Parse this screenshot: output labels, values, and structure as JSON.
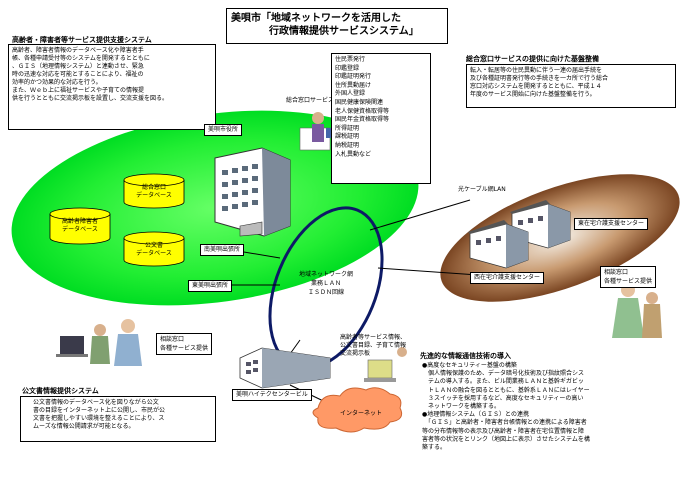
{
  "title": {
    "line1": "美唄市「地域ネットワークを活用した",
    "line2": "行政情報提供サービスシステム」"
  },
  "left_top": {
    "heading": "高齢者・障害者等サービス提供支援システム",
    "lines": [
      "高齢者、障害者情報のデータベース化や障害者手",
      "帳、各種申請受付等のシステムを開発するとともに",
      "、ＧＩＳ（地理情報システム）と連動させ、緊急",
      "時の迅速な対応を可能とすることにより、福祉の",
      "効率的かつ効果的な対応を行う。",
      "また、Ｗｅｂ上に福祉サービスや子育ての情報提",
      "供を行うとともに交流掲示板を設置し、交流支援を図る。"
    ]
  },
  "services": {
    "label": "総合窓口サービス",
    "items": [
      "住民票発行",
      "印鑑登録",
      "印鑑証明発行",
      "住所異動届け",
      "外国人登録",
      "国民健康保険関連",
      "老人保健資格取得等",
      "国民年金資格取得等",
      "所得証明",
      "課税証明",
      "納税証明",
      "入札異動など"
    ]
  },
  "right_top": {
    "heading": "総合窓口サービスの提供に向けた基盤整備",
    "lines": [
      "転入・転居等の住民異動に伴う一連の届出手続を",
      "及び各種証明書発行等の手続きを一カ所で行う総合",
      "窓口対応システムを開発するとともに、平成１４",
      "年度のサービス開始に向けた基盤整備を行う。"
    ]
  },
  "city_hall": "美唄市役所",
  "db_general": {
    "l1": "総合窓口",
    "l2": "データベース"
  },
  "db_elderly": {
    "l1": "高齢者障害者",
    "l2": "データベース"
  },
  "db_public": {
    "l1": "公文書",
    "l2": "データベース"
  },
  "office_minami": "南美唄出張所",
  "office_higashi": "東美唄出張所",
  "lan_label": "光ケーブル網LAN",
  "network": {
    "l1": "地域ネットワーク網",
    "l2": "業務ＬＡＮ",
    "l3": "ＩＳＤＮ回線"
  },
  "center_east": "東在宅介護支援センター",
  "center_west": "西在宅介護支援センター",
  "consult_right": {
    "l1": "相談窓口",
    "l2": "各種サービス提供"
  },
  "consult_left": {
    "l1": "相談窓口",
    "l2": "各種サービス提供"
  },
  "info_service": {
    "l1": "高齢者等サービス情報、",
    "l2": "公文書目録、子育て情報",
    "l3": "交流掲示板"
  },
  "hitech": "美唄ハイテクセンタービル",
  "internet": "インターネット",
  "advanced": {
    "heading": "先進的な情報通信技術の導入",
    "lines": [
      "●高度なセキュリティー基盤の構築",
      "　個人情報保護のため、データ暗号化技術及び指紋照合シス",
      "　テムの導入する。また、ビル間業務ＬＡＮと基幹ギガビッ",
      "　トＬＡＮの融合を図るとともに、基幹系ＬＡＮにはレイヤー",
      "　３スイッチを採用するなど、高度なセキュリティーの高い",
      "　ネットワークを構築する。",
      "●地理情報システム（ＧＩＳ）との連携",
      "　「ＧＩＳ」と高齢者・障害者台帳情報との連携による障害者",
      "等の分布情報等の表示及び高齢者・障害者在宅位置情報と障",
      "害者等の状況をとリンク（地図上に表示）させたシステムを構",
      "築する。"
    ]
  },
  "archive": {
    "heading": "公文書情報提供システム",
    "lines": [
      "公文書情報のデータベース化を図りながら公文",
      "書の目録をインターネット上に公開し、市民が公",
      "文書を把握しやすい環境を整えることにより、ス",
      "ムーズな情報公開請求が可能となる。"
    ]
  },
  "colors": {
    "green": "#00dd22",
    "brown": "#7a4522",
    "db_fill": "#ffff00",
    "lbox_border": "#000000"
  }
}
